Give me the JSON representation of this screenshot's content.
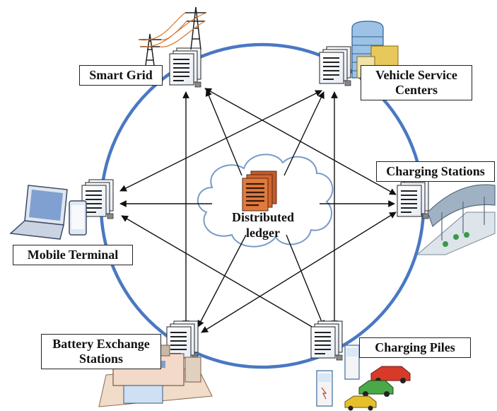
{
  "center": {
    "line1": "Distributed",
    "line2": "ledger",
    "icon": "ledger-document-icon",
    "color": "#e07a3d"
  },
  "nodes": {
    "smart_grid": "Smart Grid",
    "vehicle_service_line1": "Vehicle Service",
    "vehicle_service_line2": "Centers",
    "charging_stations": "Charging Stations",
    "mobile_terminal": "Mobile Terminal",
    "battery_exchange_line1": "Battery Exchange",
    "battery_exchange_line2": "Stations",
    "charging_piles": "Charging Piles"
  },
  "colors": {
    "ring": "#4a78c2",
    "arrows": "#111111",
    "node_document": "#ffffff"
  },
  "edges": [
    [
      "Distributed ledger",
      "Smart Grid"
    ],
    [
      "Distributed ledger",
      "Vehicle Service Centers"
    ],
    [
      "Distributed ledger",
      "Charging Stations"
    ],
    [
      "Distributed ledger",
      "Charging Piles"
    ],
    [
      "Distributed ledger",
      "Battery Exchange Stations"
    ],
    [
      "Distributed ledger",
      "Mobile Terminal"
    ],
    [
      "Smart Grid",
      "Battery Exchange Stations"
    ],
    [
      "Vehicle Service Centers",
      "Charging Piles"
    ],
    [
      "Smart Grid",
      "Charging Stations"
    ],
    [
      "Vehicle Service Centers",
      "Mobile Terminal"
    ],
    [
      "Mobile Terminal",
      "Charging Piles"
    ],
    [
      "Charging Stations",
      "Battery Exchange Stations"
    ]
  ]
}
